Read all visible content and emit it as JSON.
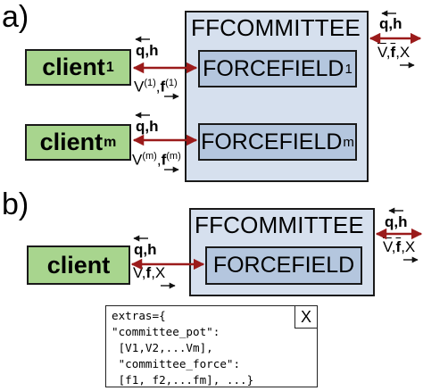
{
  "panel_a": {
    "letter": "a)",
    "committee_title": "FFCOMMITTEE",
    "forcefield_1": {
      "name": "FORCEFIELD",
      "sub": "1"
    },
    "forcefield_m": {
      "name": "FORCEFIELD",
      "sub": "m"
    },
    "client_1": {
      "name": "client",
      "sub": "1"
    },
    "client_m": {
      "name": "client",
      "sub": "m"
    },
    "label_qh": "q,h",
    "label_v1_pre": "V",
    "label_v1_sup": "(1)",
    "label_f1": "f",
    "label_f1_sup": "(1)",
    "label_vm_pre": "V",
    "label_vm_sup": "(m)",
    "label_fm": "f",
    "label_fm_sup": "(m)",
    "label_out_qh": "q,h",
    "label_out_v": "V",
    "label_out_f": "f",
    "label_out_x": "X"
  },
  "panel_b": {
    "letter": "b)",
    "committee_title": "FFCOMMITTEE",
    "forcefield": "FORCEFIELD",
    "client": "client",
    "label_qh": "q,h",
    "label_v": "V",
    "label_f": "f",
    "label_x": "X",
    "label_out_qh": "q,h",
    "label_out_v": "V",
    "label_out_f": "f",
    "label_out_x": "X",
    "extras_lines": [
      "extras={",
      "\"committee_pot\":",
      " [V1,V2,...Vm],",
      " \"committee_force\":",
      " [f1, f2,...fm], ...}"
    ],
    "extras_x_label": "X"
  },
  "colors": {
    "client_green": "#a8d58e",
    "committee_blue": "#d6e0ee",
    "forcefield_blue": "#b4c6de",
    "arrow_red": "#9b1b1b"
  }
}
